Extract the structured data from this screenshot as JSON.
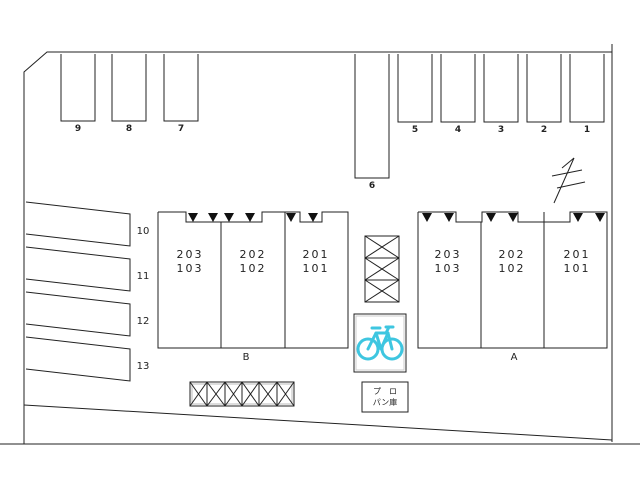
{
  "parking_top": [
    "9",
    "8",
    "7",
    "6",
    "5",
    "4",
    "3",
    "2",
    "1"
  ],
  "parking_left": [
    "10",
    "11",
    "12",
    "13"
  ],
  "building_b": {
    "label": "B",
    "units": [
      {
        "upper": "203",
        "lower": "103"
      },
      {
        "upper": "202",
        "lower": "102"
      },
      {
        "upper": "201",
        "lower": "101"
      }
    ]
  },
  "building_a": {
    "label": "A",
    "units": [
      {
        "upper": "203",
        "lower": "103"
      },
      {
        "upper": "202",
        "lower": "102"
      },
      {
        "upper": "201",
        "lower": "101"
      }
    ]
  },
  "propane_storage": {
    "line1": "プ　ロ",
    "line2": "パン庫"
  },
  "colors": {
    "bicycle": "#3ec6e0",
    "lines": "#222222"
  },
  "icons": {
    "north": "north-arrow-icon",
    "bicycle": "bicycle-icon",
    "entrance": "entrance-marker-icon"
  }
}
